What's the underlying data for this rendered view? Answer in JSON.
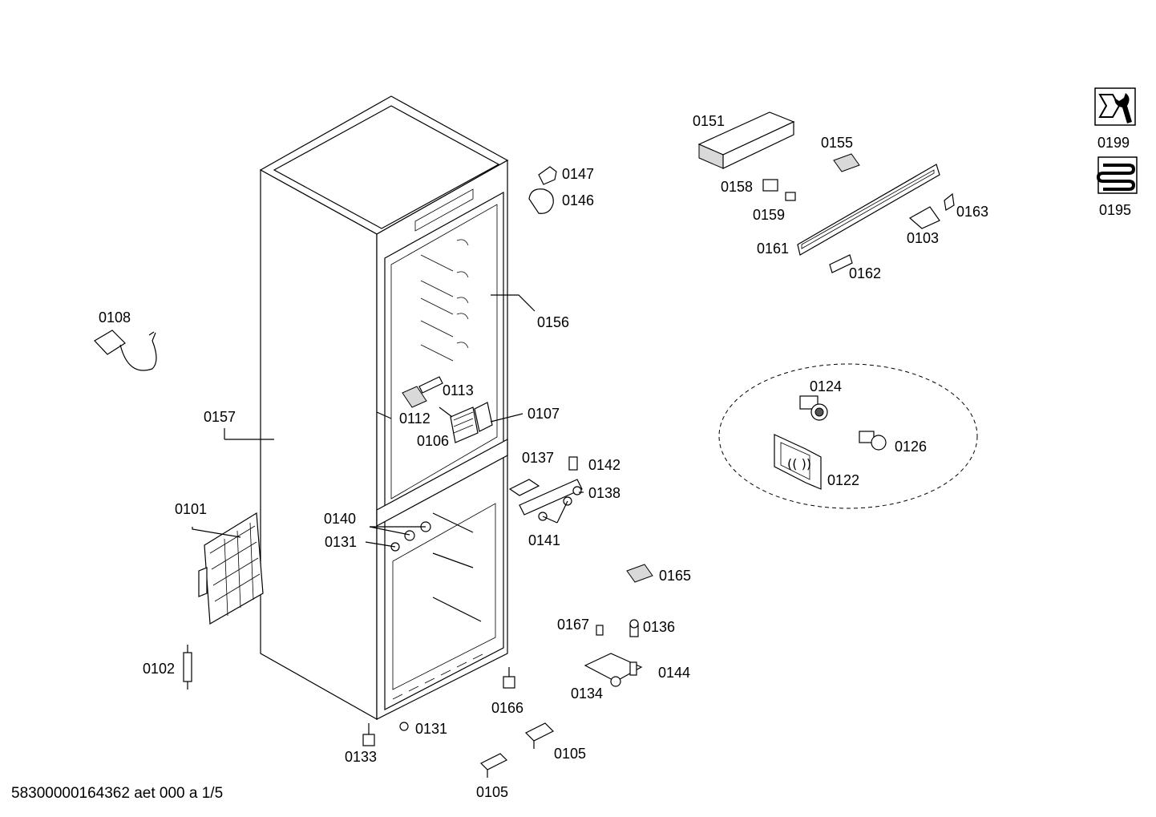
{
  "labels": {
    "p0151": "0151",
    "p0155": "0155",
    "p0158": "0158",
    "p0159": "0159",
    "p0161": "0161",
    "p0162": "0162",
    "p0163": "0163",
    "p0103": "0103",
    "p0199": "0199",
    "p0195": "0195",
    "p0147": "0147",
    "p0146": "0146",
    "p0156": "0156",
    "p0108": "0108",
    "p0157": "0157",
    "p0113": "0113",
    "p0112": "0112",
    "p0106": "0106",
    "p0107": "0107",
    "p0124": "0124",
    "p0126": "0126",
    "p0122": "0122",
    "p0137": "0137",
    "p0142": "0142",
    "p0138": "0138",
    "p0141": "0141",
    "p0101": "0101",
    "p0140": "0140",
    "p0131a": "0131",
    "p0165": "0165",
    "p0167": "0167",
    "p0136": "0136",
    "p0144": "0144",
    "p0134": "0134",
    "p0102": "0102",
    "p0166": "0166",
    "p0131b": "0131",
    "p0133": "0133",
    "p0105a": "0105",
    "p0105b": "0105"
  },
  "footer": {
    "document_code": "58300000164362 aet 000 a 1/5"
  },
  "icons": {
    "service_tool": "wrench-nut-icon",
    "coil": "condenser-coil-icon"
  }
}
